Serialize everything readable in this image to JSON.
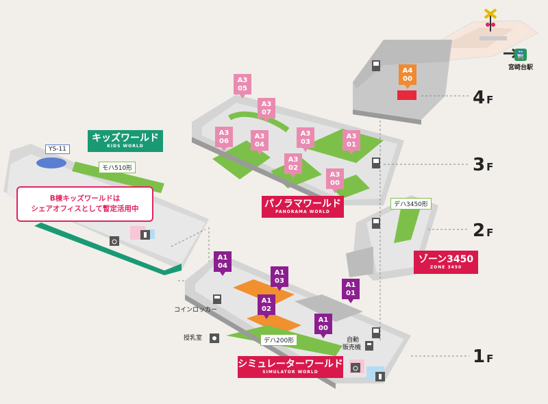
{
  "floors": [
    {
      "id": "4f",
      "label": "4",
      "unit": "F"
    },
    {
      "id": "3f",
      "label": "3",
      "unit": "F"
    },
    {
      "id": "2f",
      "label": "2",
      "unit": "F"
    },
    {
      "id": "1f",
      "label": "1",
      "unit": "F"
    }
  ],
  "zones": {
    "kids": {
      "jp": "キッズワールド",
      "en": "KIDS WORLD"
    },
    "panorama": {
      "jp": "パノラマワールド",
      "en": "PANORAMA WORLD"
    },
    "zone3450": {
      "jp": "ゾーン3450",
      "en": "ZONE 3450"
    },
    "simulator": {
      "jp": "シミュレーターワールド",
      "en": "SIMULATOR WORLD"
    }
  },
  "notice": {
    "line1": "B棟キッズワールドは",
    "line2": "シェアオフィスとして暫定活用中"
  },
  "exhibits": {
    "ys11": "YS-11",
    "moha510": "モハ510形",
    "deha3450": "デハ3450形",
    "deha200": "デハ200形"
  },
  "facilities": {
    "coin_locker": "コインロッカー",
    "nursing_room": "授乳室",
    "ticket_machine_1": "自動",
    "ticket_machine_2": "販売機"
  },
  "station": {
    "name": "宮崎台駅"
  },
  "pins": {
    "a305": [
      "A3",
      "05"
    ],
    "a307": [
      "A3",
      "07"
    ],
    "a306": [
      "A3",
      "06"
    ],
    "a304": [
      "A3",
      "04"
    ],
    "a303": [
      "A3",
      "03"
    ],
    "a302": [
      "A3",
      "02"
    ],
    "a301": [
      "A3",
      "01"
    ],
    "a300": [
      "A3",
      "00"
    ],
    "a400": [
      "A4",
      "00"
    ],
    "a104": [
      "A1",
      "04"
    ],
    "a103": [
      "A1",
      "03"
    ],
    "a102": [
      "A1",
      "02"
    ],
    "a101": [
      "A1",
      "01"
    ],
    "a100": [
      "A1",
      "00"
    ]
  },
  "colors": {
    "pin_a3": "#e98bb0",
    "pin_a4": "#f08a32",
    "pin_a1": "#8b1f8f",
    "zone_red": "#d9184b",
    "kids_green": "#1a9a74",
    "exhibit_green": "#7cc04a",
    "exhibit_orange": "#f0902e"
  }
}
